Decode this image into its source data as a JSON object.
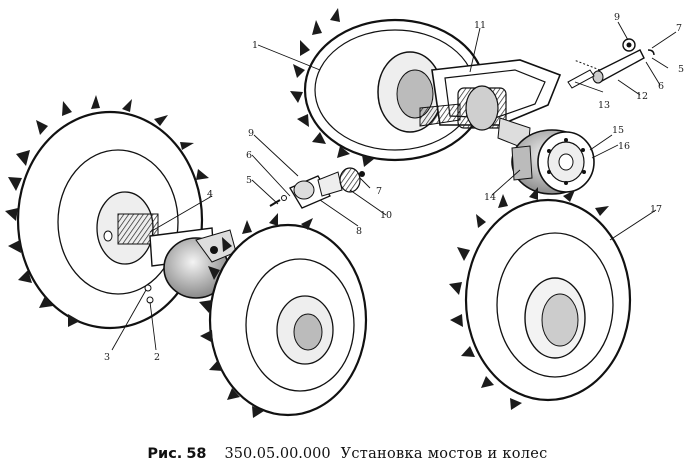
{
  "figure": {
    "caption": {
      "fig_word": "Рис.",
      "fig_number": "58",
      "code": "350.05.00.000",
      "title": "Установка мостов и колес"
    },
    "callouts": [
      "1",
      "2",
      "3",
      "4",
      "5",
      "6",
      "7",
      "8",
      "9",
      "10",
      "11",
      "12",
      "13",
      "14",
      "15",
      "16",
      "17",
      "9",
      "7",
      "5",
      "6"
    ]
  }
}
